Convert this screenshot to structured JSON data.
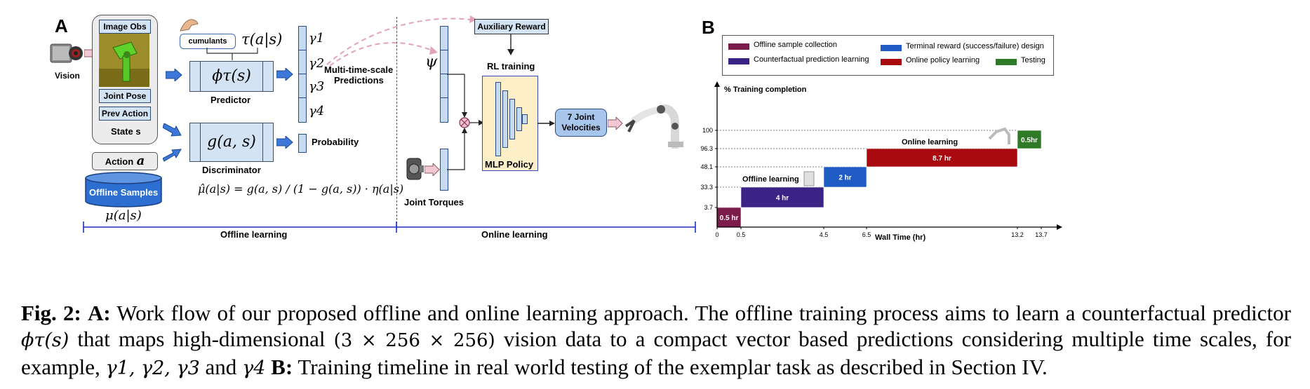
{
  "panelA": {
    "letter": "A",
    "vision_label": "Vision",
    "image_obs": "Image Obs",
    "joint_pose": "Joint Pose",
    "prev_action": "Prev Action",
    "state_s": "State s",
    "action_label": "Action",
    "action_symbol": "a",
    "offline_samples": "Offline Samples",
    "mu_label": "μ(a|s)",
    "cumulants": "cumulants",
    "tau_label": "τ(a|s)",
    "predictor_func": "ϕτ(s)",
    "predictor_label": "Predictor",
    "discriminator_func": "g(a, s)",
    "discriminator_label": "Discriminator",
    "mu_hat_formula": "μ̂(a|s) = g(a, s) / (1 − g(a, s)) · η(a|s)",
    "gammas": [
      "γ1",
      "γ2",
      "γ3",
      "γ4"
    ],
    "multi_time_scale": "Multi-time-scale",
    "predictions": "Predictions",
    "probability": "Probability",
    "psi": "ψ",
    "auxiliary_reward": "Auxiliary Reward",
    "rl_training": "RL training",
    "mlp_policy": "MLP Policy",
    "joint_velocities_1": "7 Joint",
    "joint_velocities_2": "Velocities",
    "joint_torques": "Joint Torques",
    "offline_learning": "Offline learning",
    "online_learning": "Online  learning"
  },
  "panelB": {
    "letter": "B",
    "legend": [
      {
        "label": "Offline sample collection",
        "color": "#7b1c4a"
      },
      {
        "label": "Terminal reward (success/failure) design",
        "color": "#1f5bc4"
      },
      {
        "label": "Counterfactual prediction learning",
        "color": "#3b2385"
      },
      {
        "label": "Online policy learning",
        "color": "#a80a0f"
      },
      {
        "label": "Testing",
        "color": "#2f7a26"
      }
    ],
    "annotation_offline": "Offline learning",
    "annotation_online": "Online learning"
  },
  "chart_data": {
    "type": "bar",
    "ylabel": "% Training completion",
    "xlabel": "Wall Time (hr)",
    "yticks": [
      "3.7",
      "33.3",
      "48.1",
      "96.3",
      "100"
    ],
    "ytick_values": [
      3.7,
      33.3,
      48.1,
      96.3,
      100
    ],
    "xticks": [
      "0",
      "0.5",
      "4.5",
      "6.5",
      "13.2",
      "13.7"
    ],
    "xtick_values": [
      0,
      0.5,
      4.5,
      6.5,
      13.2,
      13.7
    ],
    "bars": [
      {
        "x0": 0,
        "x1": 0.5,
        "y0": 0,
        "y1": 3.7,
        "label": "0.5 hr",
        "color": "#7b1c4a"
      },
      {
        "x0": 0.5,
        "x1": 4.5,
        "y0": 3.7,
        "y1": 33.3,
        "label": "4 hr",
        "color": "#3b2385"
      },
      {
        "x0": 4.5,
        "x1": 6.5,
        "y0": 33.3,
        "y1": 48.1,
        "label": "2 hr",
        "color": "#1f5bc4"
      },
      {
        "x0": 6.5,
        "x1": 13.2,
        "y0": 48.1,
        "y1": 96.3,
        "label": "8.7 hr",
        "color": "#a80a0f"
      },
      {
        "x0": 13.2,
        "x1": 13.7,
        "y0": 96.3,
        "y1": 100,
        "label": "0.5hr",
        "color": "#2f7a26"
      }
    ]
  },
  "caption": {
    "fig": "Fig. 2:",
    "a": "A:",
    "t1": "Work flow of our proposed offline and online learning approach. The offline training process aims to learn a counterfactual predictor",
    "phi": "ϕτ(s)",
    "t2": "that maps high-dimensional",
    "dims": "(3 × 256 × 256)",
    "t3": "vision data to a compact vector based predictions considering multiple time scales, for example,",
    "gammas": "γ1, γ2, γ3",
    "and": "and",
    "g4": "γ4",
    "b": "B:",
    "t4": "Training timeline in real world testing of the exemplar task as described in Section IV."
  }
}
